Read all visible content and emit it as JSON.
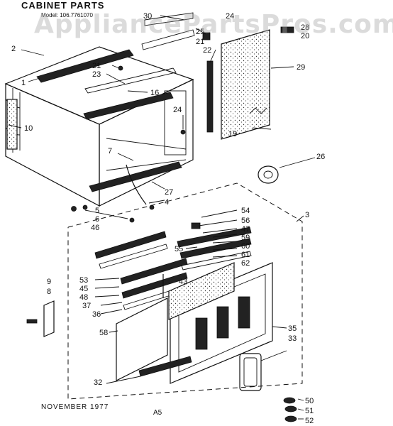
{
  "title": "CABINET PARTS",
  "model": "Model: 106.7761070",
  "watermark": "AppliancePartsPros.com",
  "footer": {
    "date": "NOVEMBER 1977",
    "code": "A5"
  },
  "callouts": [
    "1",
    "2",
    "3",
    "4",
    "5",
    "6",
    "7",
    "8",
    "9",
    "10",
    "16",
    "19",
    "20",
    "21",
    "21",
    "22",
    "23",
    "24",
    "24",
    "25",
    "26",
    "27",
    "28",
    "29",
    "30",
    "32",
    "33",
    "35",
    "36",
    "37",
    "43",
    "45",
    "46",
    "47",
    "48",
    "50",
    "51",
    "52",
    "53",
    "54",
    "55",
    "56",
    "58",
    "59",
    "60",
    "61",
    "62"
  ]
}
